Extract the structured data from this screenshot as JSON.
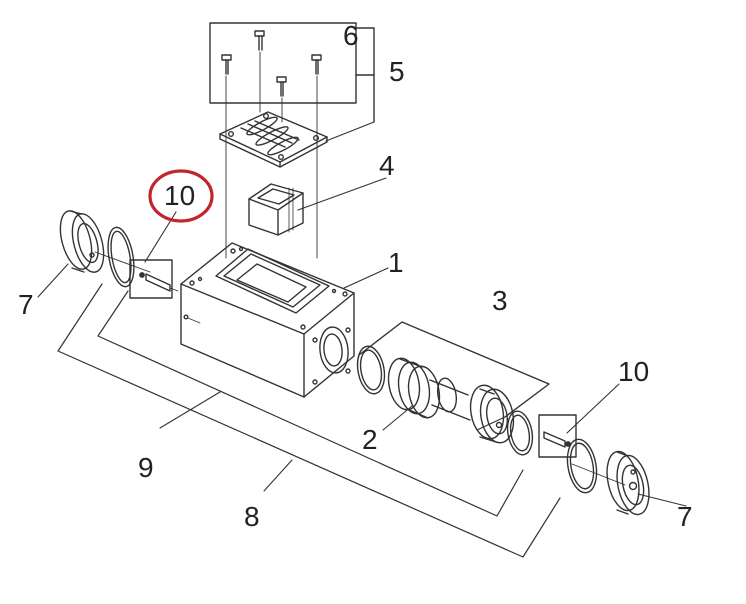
{
  "diagram": {
    "callouts": {
      "c1": "1",
      "c2": "2",
      "c3": "3",
      "c4": "4",
      "c5": "5",
      "c6": "6",
      "c7_left": "7",
      "c7_right": "7",
      "c8": "8",
      "c9": "9",
      "c10_left": "10",
      "c10_right": "10"
    },
    "highlight": {
      "target": "c10_left",
      "shape": "ellipse",
      "color": "#c0262c"
    },
    "line_color": "#333333"
  }
}
